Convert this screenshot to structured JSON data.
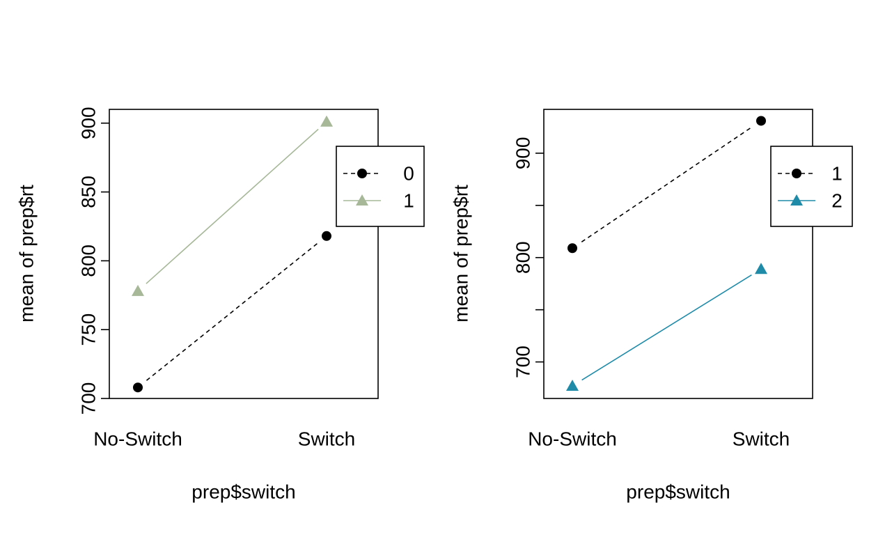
{
  "chart_data": [
    {
      "type": "line",
      "xlabel": "prep$switch",
      "ylabel": "mean of  prep$rt",
      "categories": [
        "No-Switch",
        "Switch"
      ],
      "ylim": [
        700,
        910
      ],
      "yticks": [
        700,
        750,
        800,
        850,
        900
      ],
      "legend_position": "right",
      "series": [
        {
          "name": "0",
          "values": [
            708,
            818
          ],
          "color": "#000000",
          "marker": "circle",
          "line": "dashed"
        },
        {
          "name": "1",
          "values": [
            778,
            901
          ],
          "color": "#A7B899",
          "marker": "triangle",
          "line": "solid"
        }
      ]
    },
    {
      "type": "line",
      "xlabel": "prep$switch",
      "ylabel": "mean of  prep$rt",
      "categories": [
        "No-Switch",
        "Switch"
      ],
      "ylim": [
        665,
        942
      ],
      "yticks": [
        700,
        800,
        900
      ],
      "minor_yticks": [
        750,
        850
      ],
      "legend_position": "right",
      "series": [
        {
          "name": "1",
          "values": [
            809,
            931
          ],
          "color": "#000000",
          "marker": "circle",
          "line": "dashed"
        },
        {
          "name": "2",
          "values": [
            677,
            789
          ],
          "color": "#1F8BA8",
          "marker": "triangle",
          "line": "solid"
        }
      ]
    }
  ]
}
